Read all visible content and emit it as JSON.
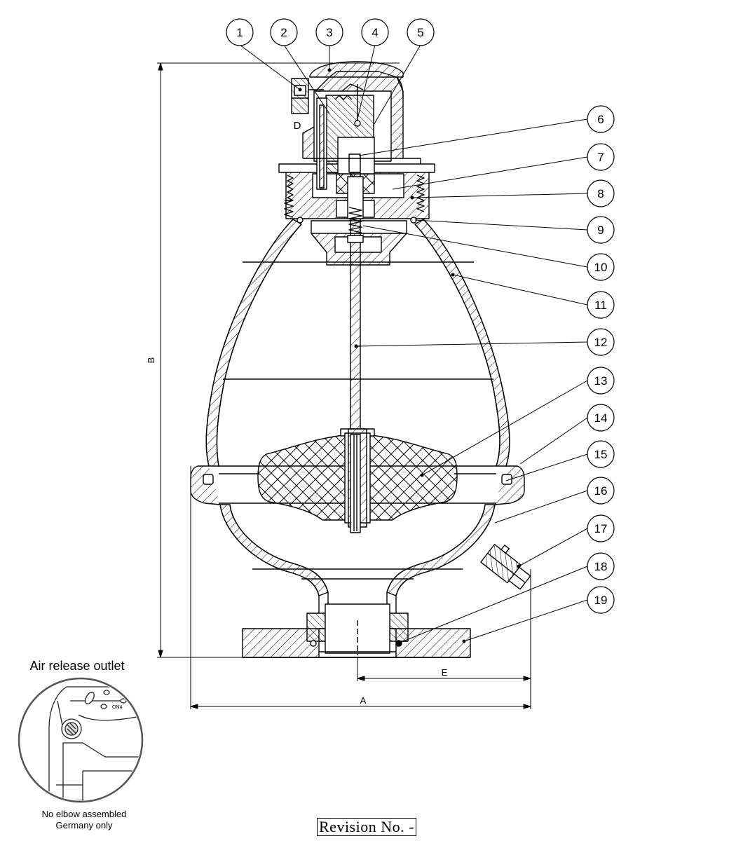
{
  "balloons": [
    {
      "label": "1"
    },
    {
      "label": "2"
    },
    {
      "label": "3"
    },
    {
      "label": "4"
    },
    {
      "label": "5"
    },
    {
      "label": "6"
    },
    {
      "label": "7"
    },
    {
      "label": "8"
    },
    {
      "label": "9"
    },
    {
      "label": "10"
    },
    {
      "label": "11"
    },
    {
      "label": "12"
    },
    {
      "label": "13"
    },
    {
      "label": "14"
    },
    {
      "label": "15"
    },
    {
      "label": "16"
    },
    {
      "label": "17"
    },
    {
      "label": "18"
    },
    {
      "label": "19"
    }
  ],
  "dimensions": {
    "a": "A",
    "b": "B",
    "d": "D",
    "e": "E"
  },
  "inset": {
    "title": "Air release outlet",
    "note_line1": "No elbow assembled",
    "note_line2": "Germany only",
    "engraving": "ON4"
  },
  "revision": "Revision No. -"
}
